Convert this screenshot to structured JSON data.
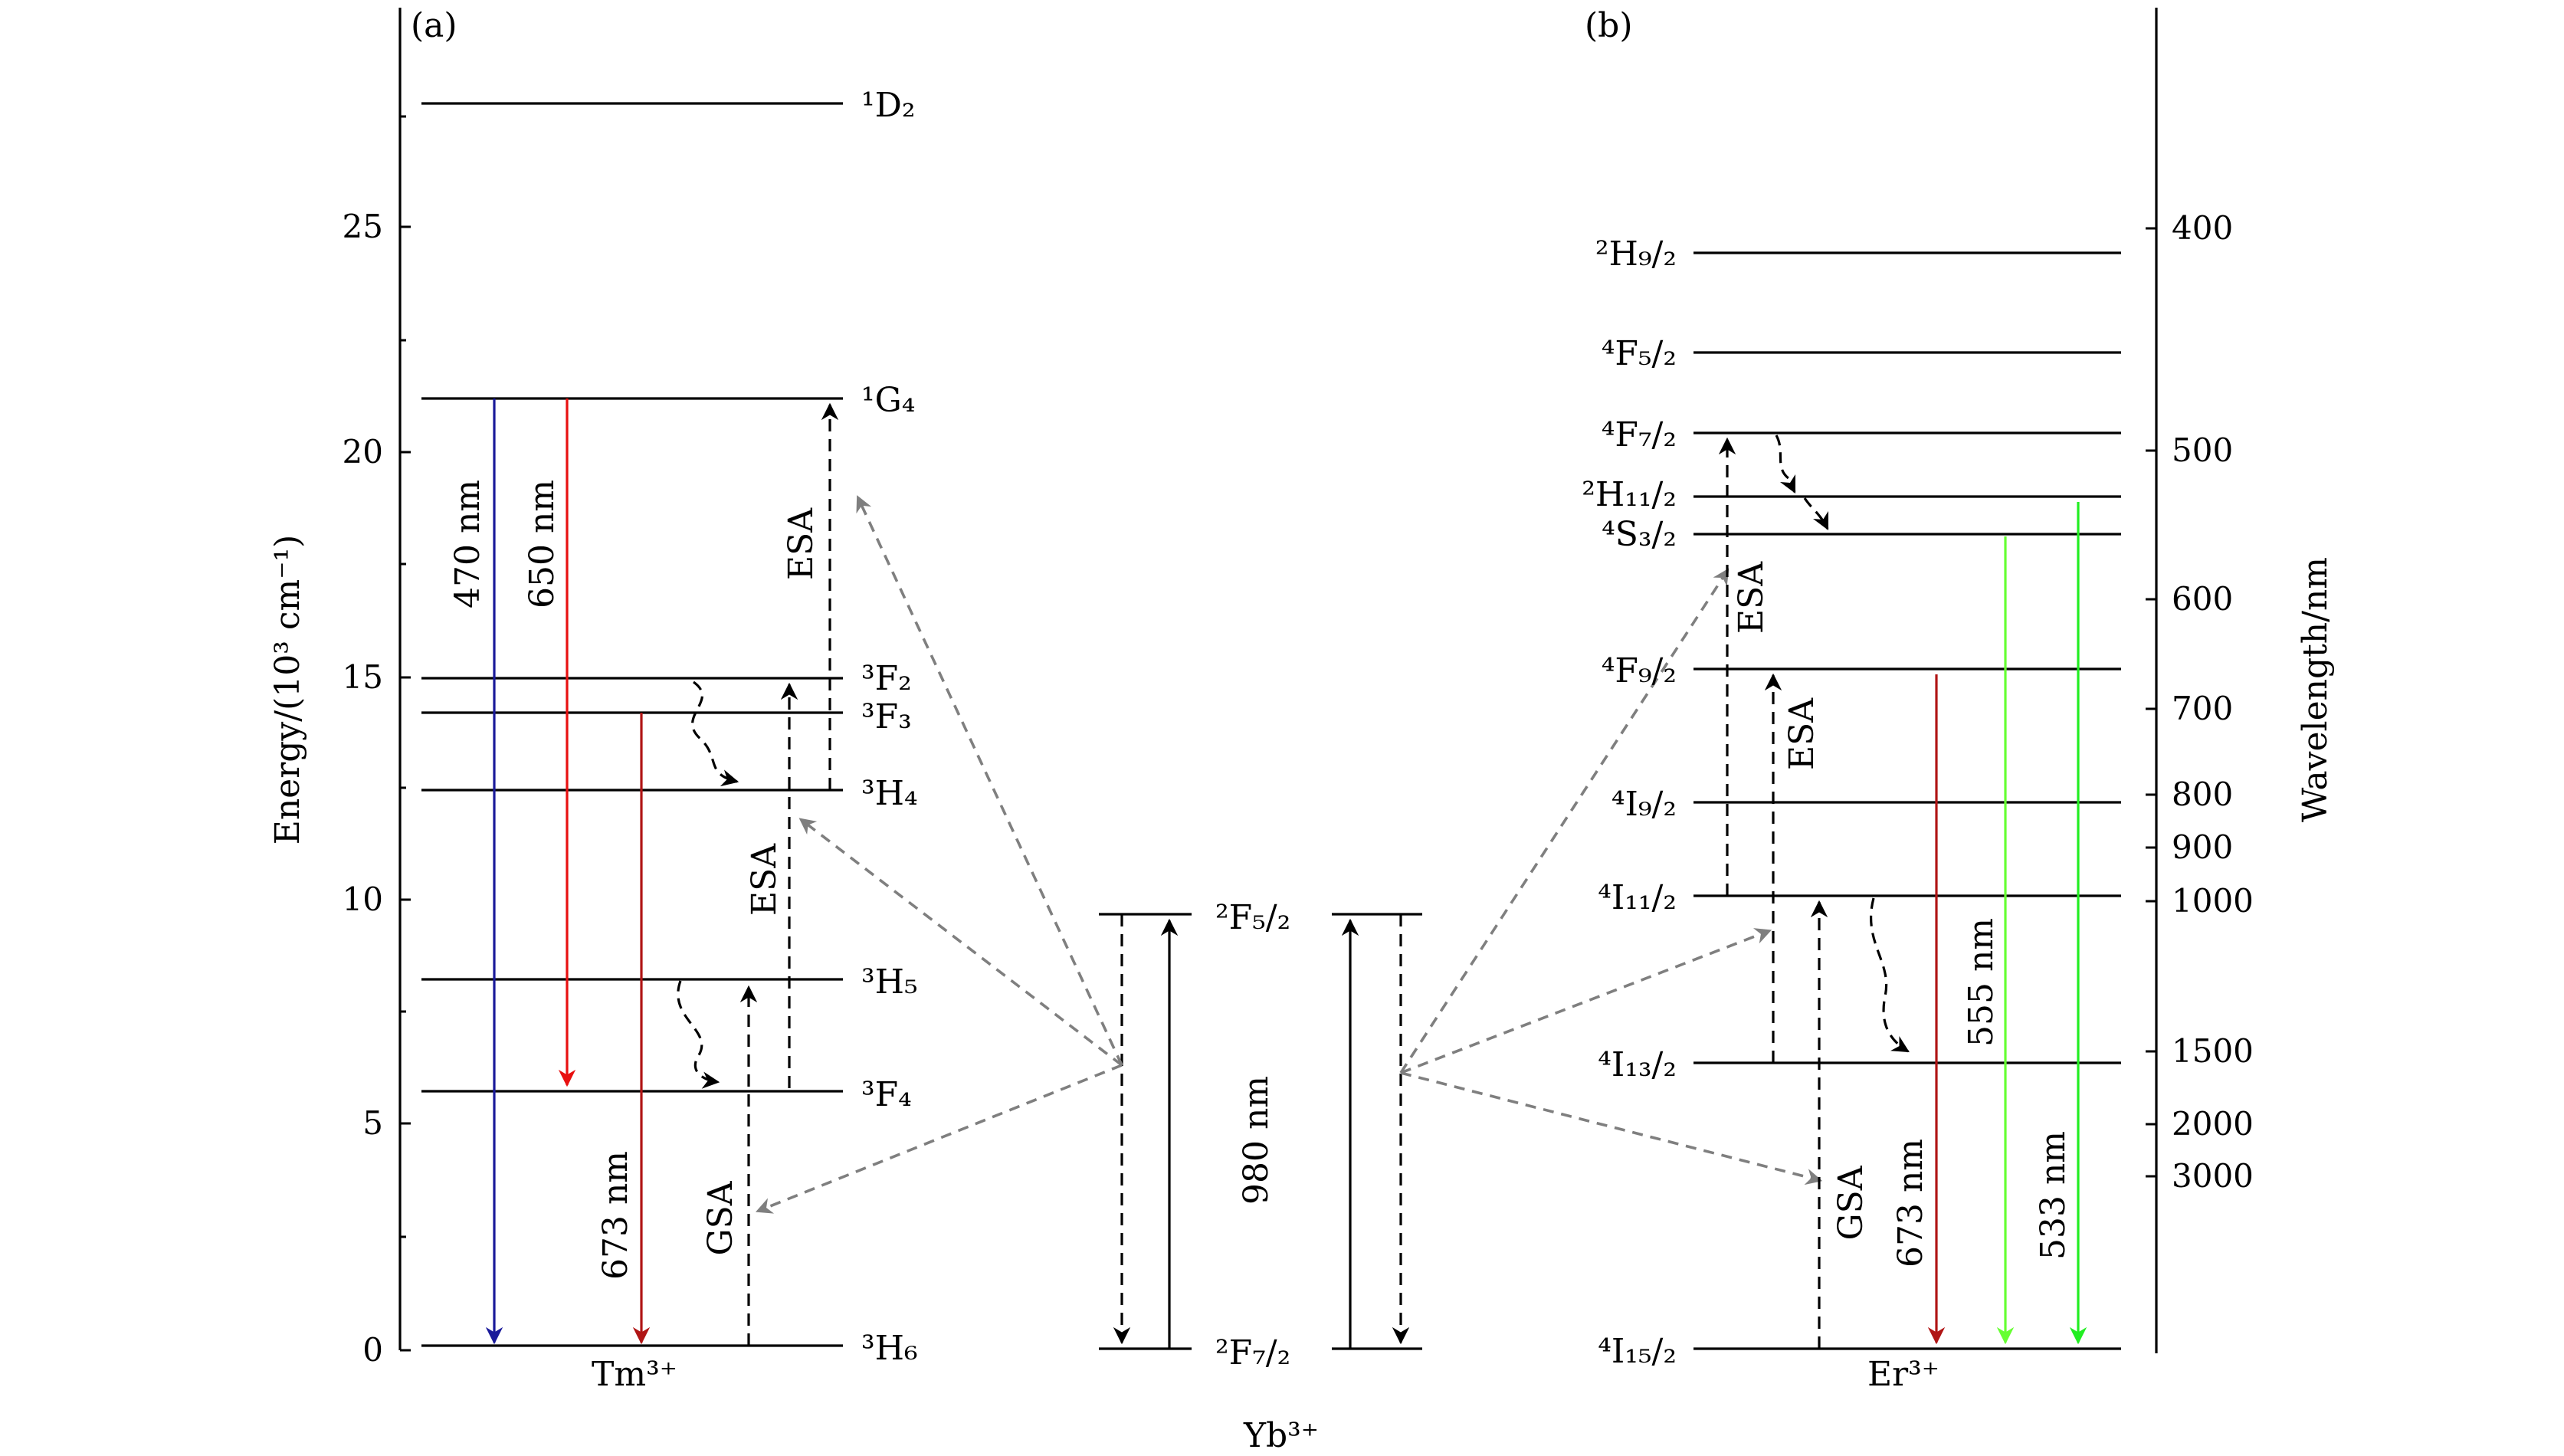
{
  "panels": {
    "a": "(a)",
    "b": "(b)"
  },
  "axes": {
    "left_label": "Energy/(10³ cm⁻¹)",
    "right_label": "Wavelength/nm",
    "left_ticks": [
      "0",
      "5",
      "10",
      "15",
      "20",
      "25"
    ],
    "right_ticks": [
      "400",
      "500",
      "600",
      "700",
      "800",
      "900",
      "1000",
      "1500",
      "2000",
      "3000"
    ]
  },
  "ions": {
    "tm": "Tm³⁺",
    "yb": "Yb³⁺",
    "er": "Er³⁺"
  },
  "tm_levels": [
    "¹D₂",
    "¹G₄",
    "³F₂",
    "³F₃",
    "³H₄",
    "³H₅",
    "³F₄",
    "³H₆"
  ],
  "yb_levels": [
    "²F₅/₂",
    "²F₇/₂"
  ],
  "er_levels": [
    "²H₉/₂",
    "⁴F₅/₂",
    "⁴F₇/₂",
    "²H₁₁/₂",
    "⁴S₃/₂",
    "⁴F₉/₂",
    "⁴I₉/₂",
    "⁴I₁₁/₂",
    "⁴I₁₃/₂",
    "⁴I₁₅/₂"
  ],
  "transitions": {
    "tm_470": "470 nm",
    "tm_650": "650 nm",
    "tm_673": "673 nm",
    "tm_esa_upper": "ESA",
    "tm_esa_lower": "ESA",
    "tm_gsa": "GSA",
    "yb_980": "980 nm",
    "er_esa_upper": "ESA",
    "er_esa_lower": "ESA",
    "er_gsa": "GSA",
    "er_673": "673 nm",
    "er_555": "555 nm",
    "er_533": "533 nm"
  },
  "colors": {
    "blue_470": "#1a1a9a",
    "red_650": "#e81010",
    "darkred_673": "#b01515",
    "green_555": "#66ff33",
    "green_533": "#22ee22",
    "energy_transfer": "#7f7f7f"
  }
}
